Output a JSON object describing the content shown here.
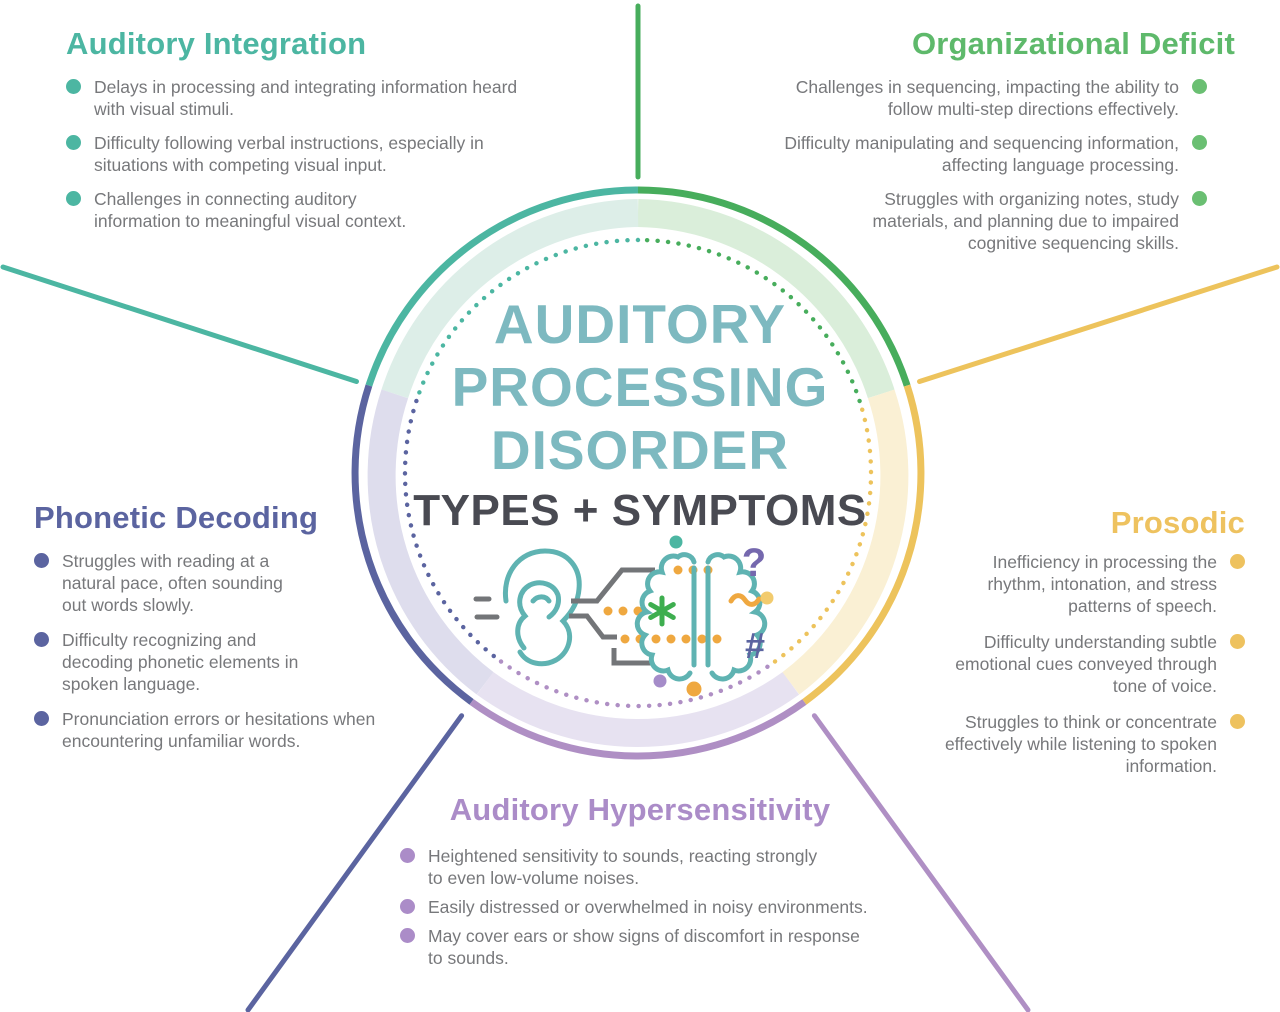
{
  "palette": {
    "teal": "#4cb6a2",
    "green": "#5eb96b",
    "green_deep": "#47ad5c",
    "indigo": "#5b64a0",
    "yellow": "#edc35c",
    "purple": "#af8fc4",
    "teal_pale": "#ddeee8",
    "green_pale": "#daeeda",
    "indigo_pale": "#dedded",
    "purple_pale": "#e7e2f1",
    "yellow_pale": "#faf0d4",
    "title_teal": "#7db9c0",
    "subtitle_dark": "#494a52",
    "body_text": "#77787b",
    "icon_gray": "#737578",
    "icon_teal": "#5fb3b2",
    "icon_orange": "#efa840",
    "icon_yellow": "#f2cb6e",
    "icon_green": "#3eae4f",
    "icon_purple": "#7568ae",
    "icon_violet": "#a58cc9"
  },
  "center": {
    "title_line1": "AUDITORY",
    "title_line2": "PROCESSING",
    "title_line3": "DISORDER",
    "subtitle": "TYPES + SYMPTOMS",
    "icon_question_mark": "?",
    "icon_hash": "#"
  },
  "sections": {
    "auditory_integration": {
      "title": "Auditory Integration",
      "bullets": [
        "Delays in processing and integrating information heard\nwith visual stimuli.",
        "Difficulty following verbal instructions, especially in\nsituations with competing visual input.",
        "Challenges in connecting auditory\ninformation to meaningful visual context."
      ]
    },
    "organizational_deficit": {
      "title": "Organizational Deficit",
      "bullets": [
        "Challenges in sequencing, impacting the ability to\nfollow multi-step directions effectively.",
        "Difficulty manipulating and sequencing information,\naffecting language processing.",
        "Struggles with organizing notes, study\nmaterials, and planning due to impaired\ncognitive sequencing skills."
      ]
    },
    "phonetic_decoding": {
      "title": "Phonetic Decoding",
      "bullets": [
        "Struggles with reading at a\nnatural pace, often sounding\nout words slowly.",
        "Difficulty recognizing and\ndecoding phonetic elements in\nspoken language.",
        "Pronunciation errors or hesitations when\nencountering unfamiliar words."
      ]
    },
    "prosodic": {
      "title": "Prosodic",
      "bullets": [
        "Inefficiency in processing the\nrhythm, intonation, and stress\npatterns of speech.",
        "Difficulty understanding subtle\nemotional cues conveyed through\ntone of voice.",
        "Struggles to think or concentrate\neffectively while listening to spoken\ninformation."
      ]
    },
    "auditory_hypersensitivity": {
      "title": "Auditory Hypersensitivity",
      "bullets": [
        "Heightened sensitivity to sounds, reacting strongly\nto even low-volume noises.",
        "Easily distressed or overwhelmed in noisy environments.",
        "May cover ears or show signs of discomfort in response\nto sounds."
      ]
    }
  }
}
